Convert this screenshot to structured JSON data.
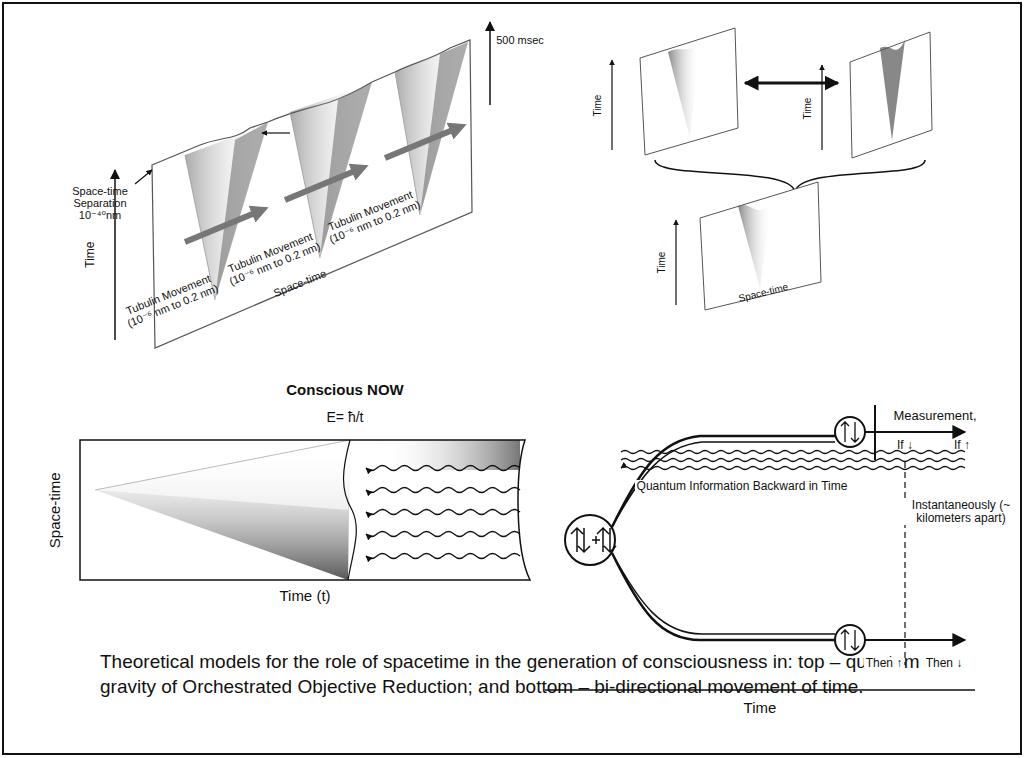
{
  "diagram": {
    "caption": "Theoretical models for the role of spacetime in the generation of consciousness in: top – quantum gravity of Orchestrated Objective Reduction; and bottom – bi-directional movement of time.",
    "labels": [
      "Space-time Separation 10⁻⁴⁰nm",
      "500 msec",
      "Time",
      "Tubulin Movement (10⁻⁶ nm to 0.2 nm)",
      "Tubulin Movement (10⁻⁶ nm to 0.2 nm)",
      "Tubulin Movement (10⁻⁶ nm to 0.2 nm)",
      "Space-time",
      "Time",
      "Time",
      "Time",
      "Space-time",
      "Conscious NOW",
      "E= ħ/t",
      "Space-time",
      "Time (t)",
      "Measurement,",
      "If ↓",
      "If ↑",
      "Quantum Information Backward in Time",
      "Instantaneously (~ kilometers apart)",
      "Then ↑",
      "Then ↓",
      "Time"
    ]
  }
}
